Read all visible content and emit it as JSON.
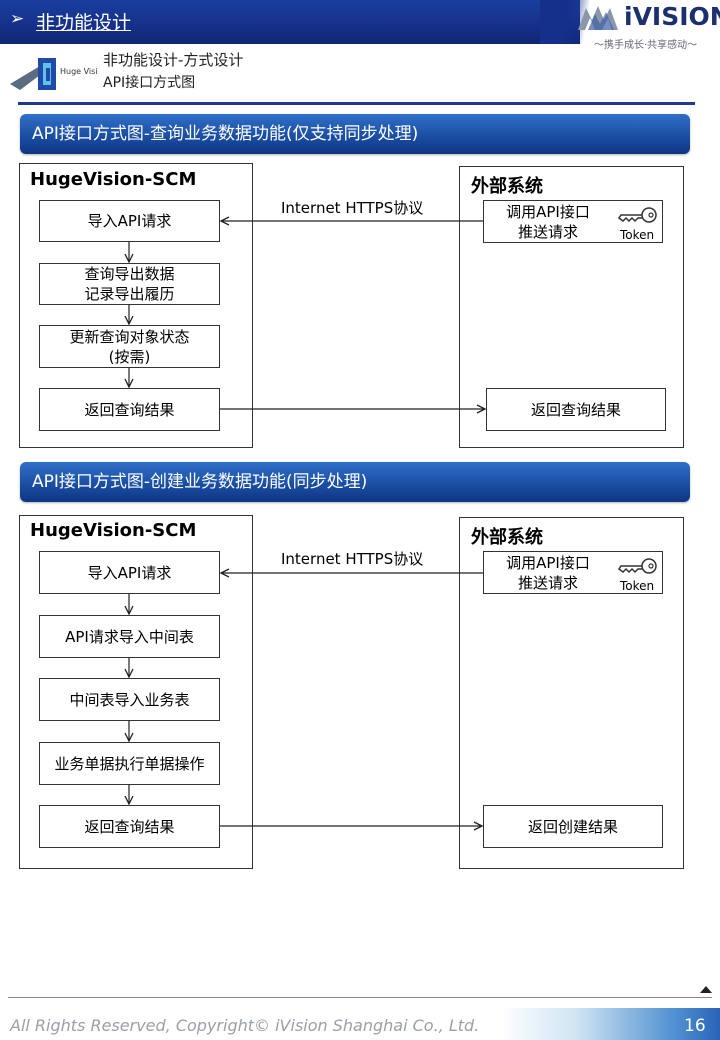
{
  "header": {
    "arrow": "➢",
    "title": "非功能设计",
    "brand": "iVISION",
    "slogan": "～携手成长·共享感动～"
  },
  "subheader": {
    "logo_text": "Huge Vision",
    "line1": "非功能设计-方式设计",
    "line2": "API接口方式图"
  },
  "sections": [
    {
      "title": "API接口方式图-查询业务数据功能(仅支持同步处理)",
      "left_system": "HugeVision-SCM",
      "right_system": "外部系统",
      "protocol": "Internet HTTPS协议",
      "left_steps": [
        "导入API请求",
        "查询导出数据\n记录导出履历",
        "更新查询对象状态\n(按需)",
        "返回查询结果"
      ],
      "right_request": "调用API接口\n推送请求",
      "token": "Token",
      "right_result": "返回查询结果"
    },
    {
      "title": "API接口方式图-创建业务数据功能(同步处理)",
      "left_system": "HugeVision-SCM",
      "right_system": "外部系统",
      "protocol": "Internet HTTPS协议",
      "left_steps": [
        "导入API请求",
        "API请求导入中间表",
        "中间表导入业务表",
        "业务单据执行单据操作",
        "返回查询结果"
      ],
      "right_request": "调用API接口\n推送请求",
      "token": "Token",
      "right_result": "返回创建结果"
    }
  ],
  "footer": {
    "copyright": "All Rights Reserved, Copyright© iVision Shanghai Co., Ltd.",
    "page": "16"
  }
}
